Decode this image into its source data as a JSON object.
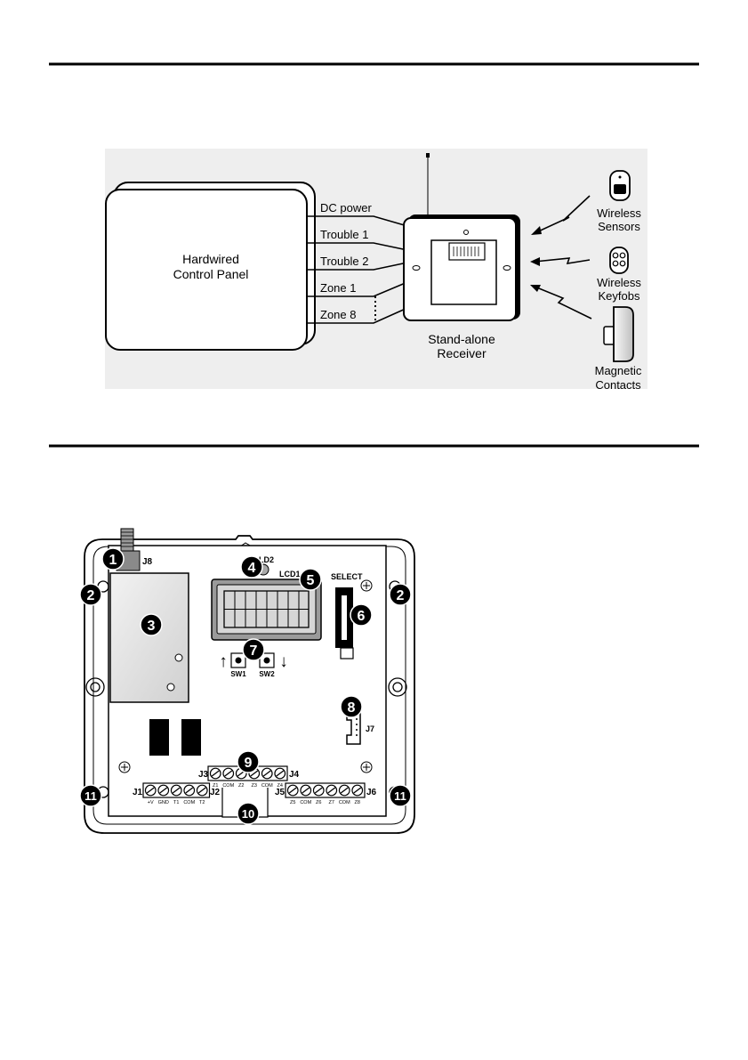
{
  "wiring_diagram": {
    "control_panel_line1": "Hardwired",
    "control_panel_line2": "Control Panel",
    "wires": {
      "dc_power": "DC power",
      "trouble_1": "Trouble 1",
      "trouble_2": "Trouble 2",
      "zone_1": "Zone 1",
      "zone_8": "Zone 8"
    },
    "receiver_line1": "Stand-alone",
    "receiver_line2": "Receiver",
    "devices": {
      "sensors_line1": "Wireless",
      "sensors_line2": "Sensors",
      "keyfobs_line1": "Wireless",
      "keyfobs_line2": "Keyfobs",
      "contacts_line1": "Magnetic",
      "contacts_line2": "Contacts"
    }
  },
  "board": {
    "labels": {
      "j8": "J8",
      "ld2": "LD2",
      "lcd1": "LCD1",
      "select": "SELECT",
      "sw1": "SW1",
      "sw2": "SW2",
      "j7": "J7",
      "j1": "J1",
      "j2": "J2",
      "j3": "J3",
      "j4": "J4",
      "j5": "J5",
      "j6": "J6"
    },
    "callouts": [
      "1",
      "2",
      "3",
      "4",
      "5",
      "6",
      "7",
      "8",
      "9",
      "10",
      "11"
    ],
    "terminals_j1_j2": [
      "+V",
      "GND",
      "T1",
      "COM",
      "T2"
    ],
    "terminals_j3_j4": [
      "Z1",
      "COM",
      "Z2",
      "Z3",
      "COM",
      "Z4"
    ],
    "terminals_j5_j6": [
      "Z5",
      "COM",
      "Z6",
      "Z7",
      "COM",
      "Z8"
    ],
    "arrows": {
      "up": "↑",
      "down": "↓"
    }
  }
}
